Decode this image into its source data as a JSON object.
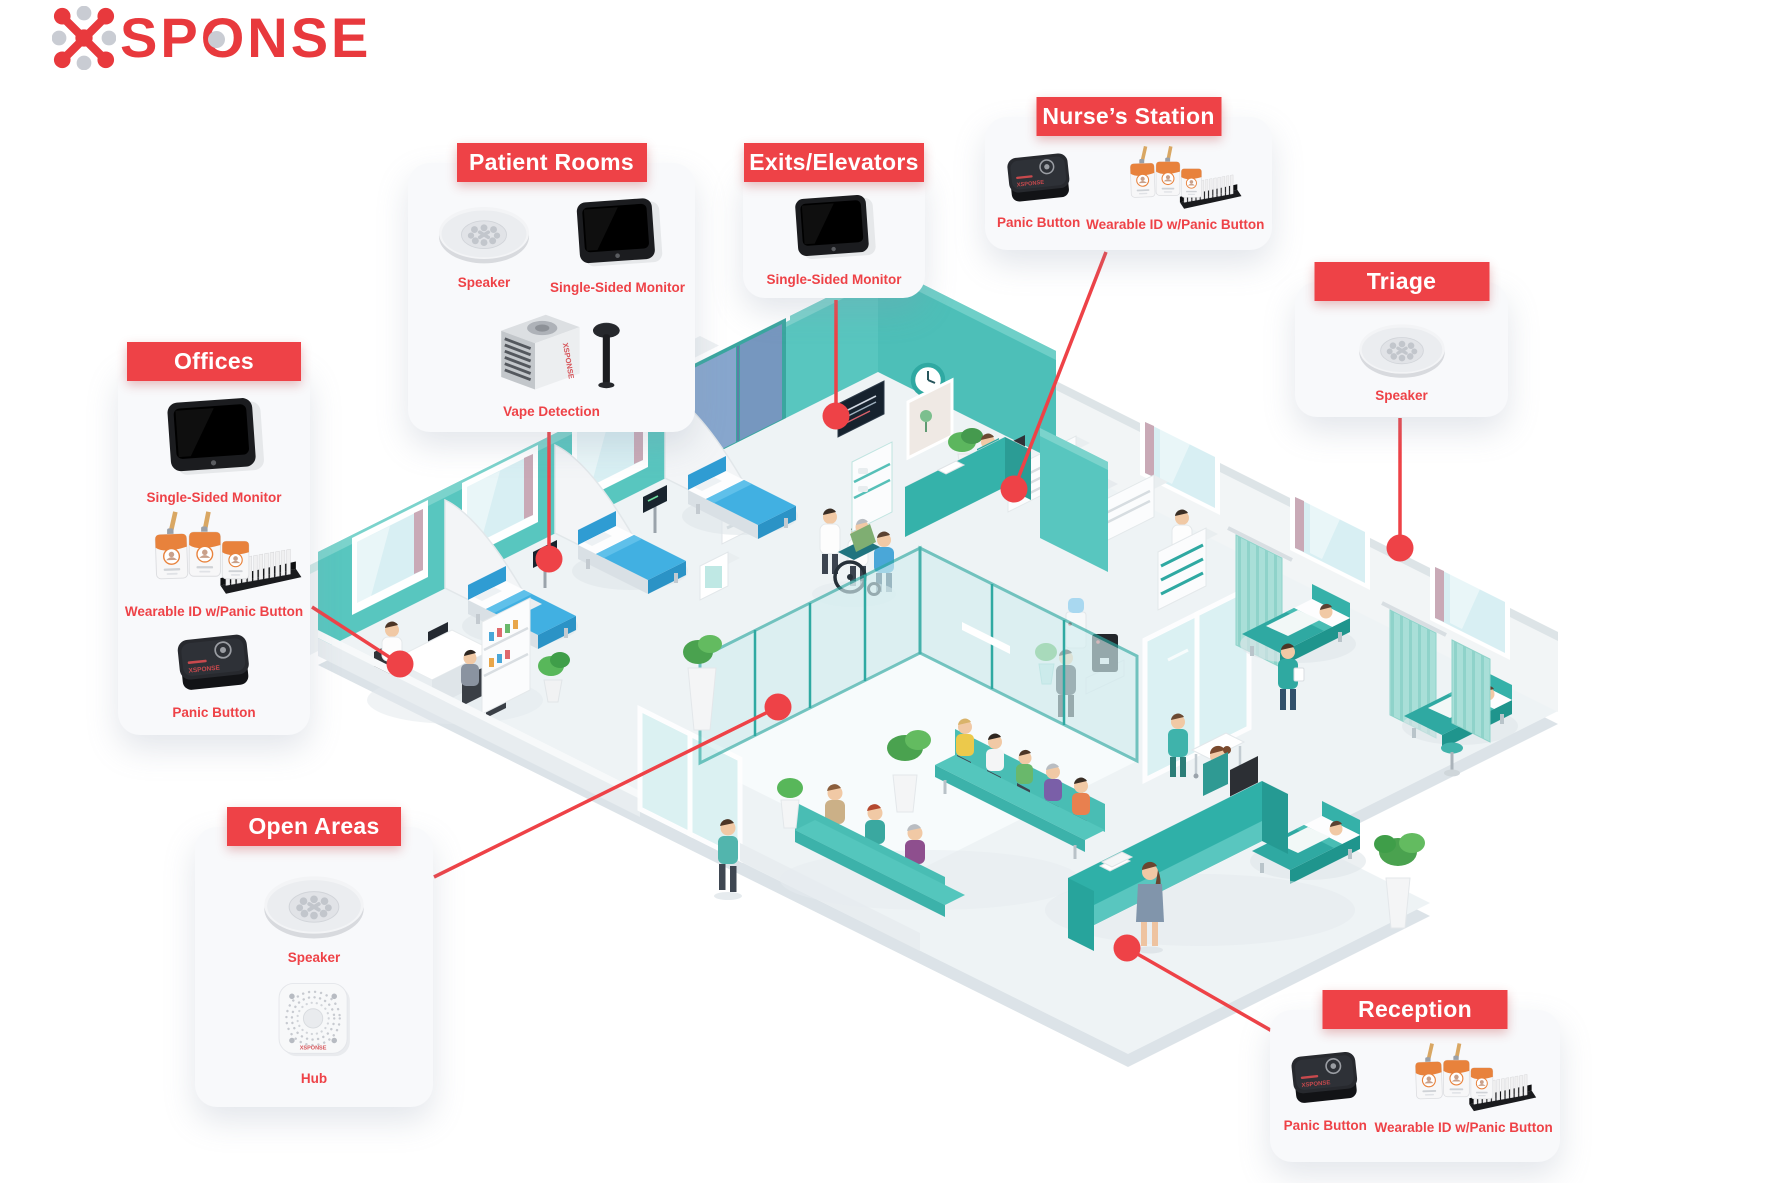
{
  "brand": {
    "name": "XSPONSE",
    "logo_suffix": "SPONSE"
  },
  "device_brand_text": "XSPONSE",
  "colors": {
    "accent_red": "#EE4247",
    "logo_red": "#E8393D",
    "logo_gray": "#C9CCD3",
    "wall_teal": "#58C6BF",
    "floor": "#EDF2F4",
    "badge_orange": "#E8823C"
  },
  "callouts": [
    {
      "id": "offices",
      "title": "Offices",
      "items": [
        {
          "icon": "single-sided-monitor",
          "label": "Single-Sided Monitor"
        },
        {
          "icon": "wearable-id",
          "label": "Wearable ID w/Panic Button"
        },
        {
          "icon": "panic-button",
          "label": "Panic Button"
        }
      ]
    },
    {
      "id": "patient-rooms",
      "title": "Patient Rooms",
      "items": [
        {
          "icon": "speaker",
          "label": "Speaker"
        },
        {
          "icon": "single-sided-monitor",
          "label": "Single-Sided Monitor"
        },
        {
          "icon": "vape-detection",
          "label": "Vape Detection"
        }
      ]
    },
    {
      "id": "exits-elevators",
      "title": "Exits/Elevators",
      "items": [
        {
          "icon": "single-sided-monitor",
          "label": "Single-Sided Monitor"
        }
      ]
    },
    {
      "id": "nurses-station",
      "title": "Nurse’s Station",
      "items": [
        {
          "icon": "panic-button",
          "label": "Panic Button"
        },
        {
          "icon": "wearable-id",
          "label": "Wearable ID w/Panic Button"
        }
      ]
    },
    {
      "id": "triage",
      "title": "Triage",
      "items": [
        {
          "icon": "speaker",
          "label": "Speaker"
        }
      ]
    },
    {
      "id": "open-areas",
      "title": "Open Areas",
      "items": [
        {
          "icon": "speaker",
          "label": "Speaker"
        },
        {
          "icon": "hub",
          "label": "Hub"
        }
      ]
    },
    {
      "id": "reception",
      "title": "Reception",
      "items": [
        {
          "icon": "panic-button",
          "label": "Panic Button"
        },
        {
          "icon": "wearable-id",
          "label": "Wearable ID w/Panic Button"
        }
      ]
    }
  ]
}
